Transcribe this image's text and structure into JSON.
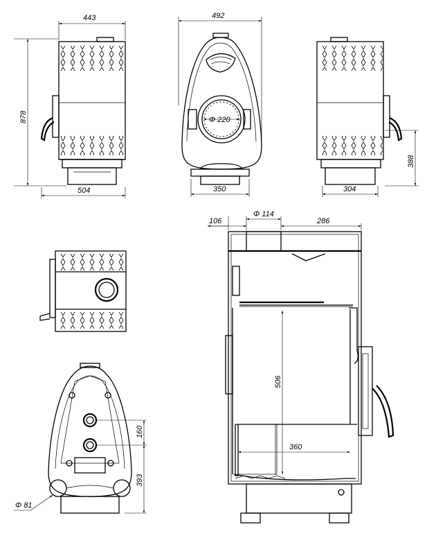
{
  "views": {
    "front": {
      "width_top": "443",
      "width_bottom": "504",
      "height": "878"
    },
    "door_face": {
      "width_top": "492",
      "opening": "Φ 220",
      "base": "350"
    },
    "rear": {
      "height": "388",
      "base": "304"
    },
    "section": {
      "left_offset": "106",
      "flue": "Φ 114",
      "right_offset": "286",
      "chamber_height": "506",
      "chamber_width": "360"
    },
    "bottom": {
      "spacing": "160",
      "height": "393",
      "pipe": "Φ 81"
    }
  }
}
